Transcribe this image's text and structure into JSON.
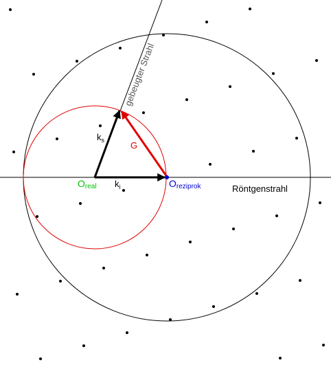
{
  "labels": {
    "o_real_main": "O",
    "o_real_sub": "real",
    "o_reziprok_main": "O",
    "o_reziprok_sub": "reziprok",
    "ks_main": "k",
    "ks_sub": "s",
    "ki_main": "k",
    "ki_sub": "i",
    "g": "G",
    "roentgenstrahl": "Röntgenstrahl",
    "gebeugter_strahl": "gebeugter Strahl"
  },
  "colors": {
    "background": "#ffffff",
    "lattice_points": "#000000",
    "ewald_circle": "#000000",
    "small_circle": "#e00000",
    "vector_k": "#000000",
    "vector_g": "#e00000",
    "o_real": "#00c000",
    "o_reziprok": "#0000cc",
    "diffracted_beam_label": "#555555"
  }
}
